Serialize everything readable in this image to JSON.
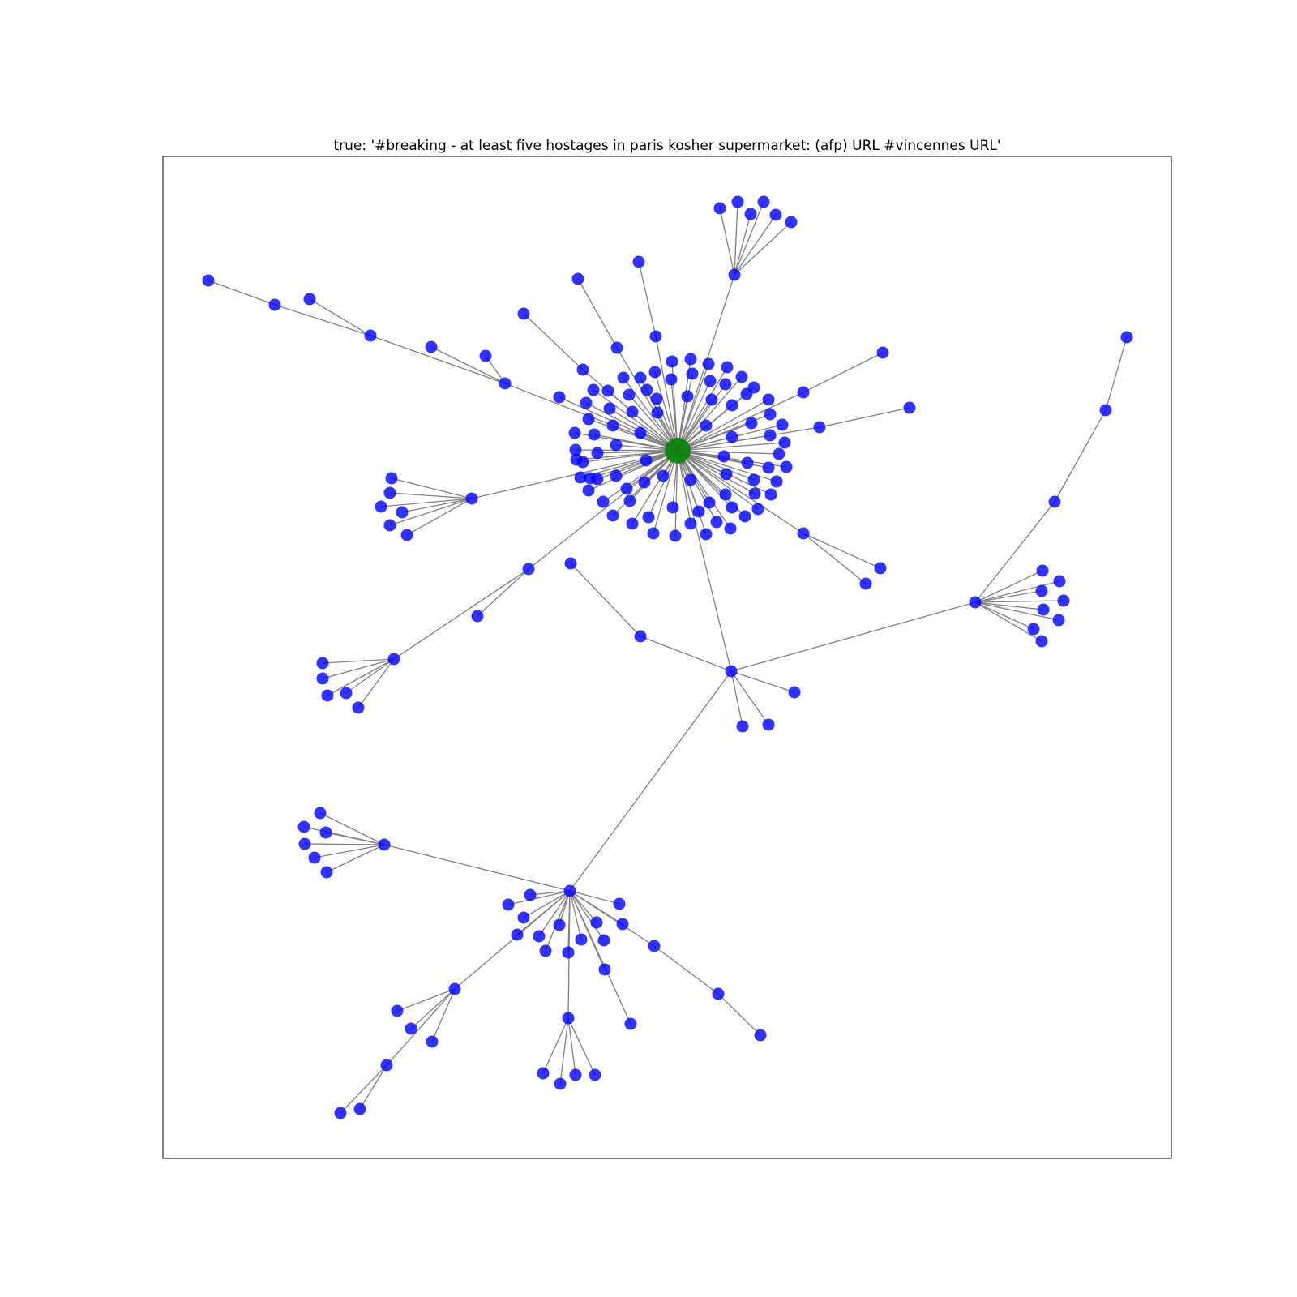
{
  "title": "true: '#breaking - at least five hostages in paris kosher supermarket: (afp) URL #vincennes URL'",
  "colors": {
    "root": "#008000",
    "node": "#0000ff",
    "edge": "#808080"
  },
  "graph": {
    "type": "propagation-tree",
    "root": "root",
    "hubs": {
      "root": {
        "children": 98
      },
      "hub_b": {
        "children": 5
      },
      "hub_c": {
        "children": 6
      },
      "hub_h": {
        "children": 16
      },
      "hub_l": {
        "children": 7
      },
      "hub_m": {
        "children": 5
      },
      "hub_r": {
        "children": 6
      },
      "hub_s": {
        "children": 7
      },
      "hub_t": {
        "children": 5
      }
    },
    "total_nodes": 190
  }
}
